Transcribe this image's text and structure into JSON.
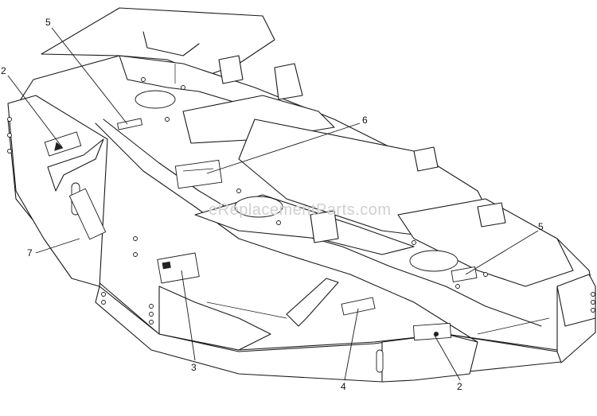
{
  "watermark": "eReplacementParts.com",
  "callouts": {
    "decal_2_left": "2",
    "decal_5_top": "5",
    "decal_6": "6",
    "decal_7": "7",
    "decal_5_right": "5",
    "decal_3": "3",
    "decal_4": "4",
    "decal_2_right": "2"
  }
}
